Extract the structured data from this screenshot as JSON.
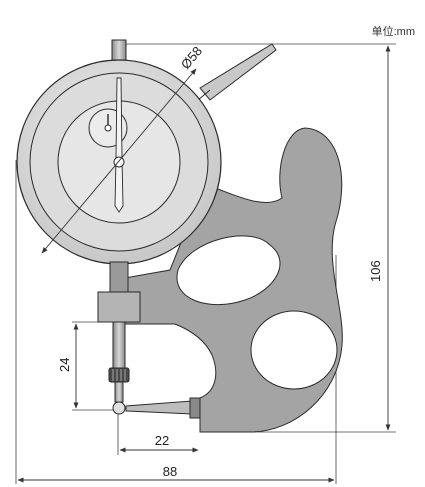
{
  "unit_label": "单位:mm",
  "dimensions": {
    "dial_diameter": "Ø58",
    "height": "106",
    "stroke": "24",
    "anvil_offset": "22",
    "width": "88"
  },
  "colors": {
    "body_fill": "#a4a4a4",
    "body_stroke": "#2a2a2a",
    "dial_face": "#e6e6e6",
    "dial_bezel": "#d2d2d2",
    "cutout_fill": "#ffffff",
    "dimension_line": "#333333"
  }
}
